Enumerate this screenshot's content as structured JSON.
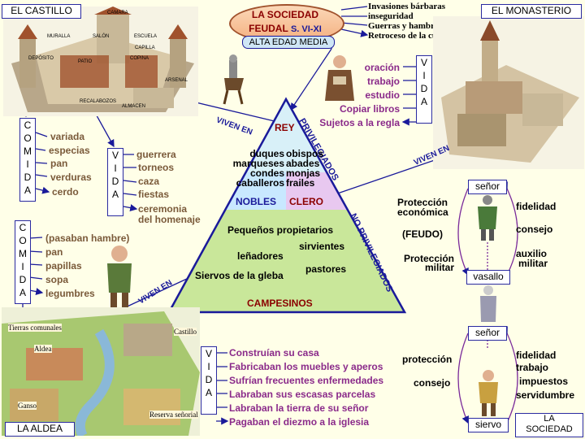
{
  "header": {
    "title1": "LA SOCIEDAD",
    "title2": "FEUDAL",
    "period": "S. VI-XI",
    "era": "ALTA EDAD MEDIA",
    "causes": [
      "Invasiones bárbaras",
      "inseguridad",
      "Guerras y hambre",
      "Retroceso de la cultura"
    ]
  },
  "castle": {
    "title": "EL CASTILLO",
    "labels": [
      "CAMARA",
      "MURALLA",
      "SALÓN",
      "ESCUELA",
      "CAPILLA",
      "DEPÓSITO",
      "PATIO",
      "COPINA",
      "ARSENAL",
      "RECALABOZOS",
      "ALMACEN"
    ],
    "comida_letters": [
      "C",
      "O",
      "M",
      "I",
      "D",
      "A"
    ],
    "comida_items": [
      "variada",
      "especias",
      "pan",
      "verduras",
      "cerdo"
    ],
    "vida_letters": [
      "V",
      "I",
      "D",
      "A"
    ],
    "vida_items": [
      "guerrera",
      "torneos",
      "caza",
      "fiestas",
      "ceremonia",
      "del homenaje"
    ]
  },
  "monastery": {
    "title": "EL MONASTERIO",
    "vida_letters": [
      "V",
      "I",
      "D",
      "A"
    ],
    "vida_items": [
      "oración",
      "trabajo",
      "estudio",
      "Copiar libros",
      "Sujetos a la regla"
    ]
  },
  "village": {
    "title": "LA  ALDEA",
    "labels": [
      "Tierras comunales",
      "Aldea",
      "Castillo",
      "Ganso",
      "Reserva señorial"
    ],
    "comida_letters": [
      "C",
      "O",
      "M",
      "I",
      "D",
      "A"
    ],
    "comida_items": [
      "(pasaban hambre)",
      "pan",
      "papillas",
      "sopa",
      "legumbres"
    ],
    "vida_letters": [
      "V",
      "I",
      "D",
      "A"
    ],
    "vida_items": [
      "Construían su casa",
      "Fabricaban los muebles y aperos",
      "Sufrían frecuentes enfermedades",
      "Labraban sus escasas parcelas",
      "Labraban la tierra de su señor",
      "Pagaban el diezmo a la iglesia"
    ]
  },
  "pyramid": {
    "rey": "REY",
    "privileged": "PRIVILEGIADOS",
    "non_privileged": "NO PRIVILEGIADOS",
    "nobles_members": [
      "duques",
      "marqueses",
      "condes",
      "caballeros"
    ],
    "clero_members": [
      "obispos",
      "abades",
      "monjas",
      "frailes"
    ],
    "nobles": "NOBLES",
    "clero": "CLERO",
    "campesinos_members": [
      "Pequeños propietarios",
      "sirvientes",
      "leñadores",
      "pastores",
      "Siervos de la gleba"
    ],
    "campesinos": "CAMPESINOS"
  },
  "viven": [
    "VIVEN EN",
    "VIVEN EN",
    "VIVEN EN"
  ],
  "vassal": {
    "senor": "señor",
    "vasallo": "vasallo",
    "left": [
      "Protección",
      "económica",
      "(FEUDO)",
      "Protección",
      "militar"
    ],
    "right": [
      "fidelidad",
      "consejo",
      "auxilio",
      "militar"
    ]
  },
  "serf": {
    "senor": "señor",
    "siervo": "siervo",
    "left": [
      "protección",
      "consejo"
    ],
    "right": [
      "fidelidad",
      "trabajo",
      "impuestos",
      "servidumbre"
    ]
  },
  "footer": {
    "label1": "LA",
    "label2": "SOCIEDAD"
  }
}
